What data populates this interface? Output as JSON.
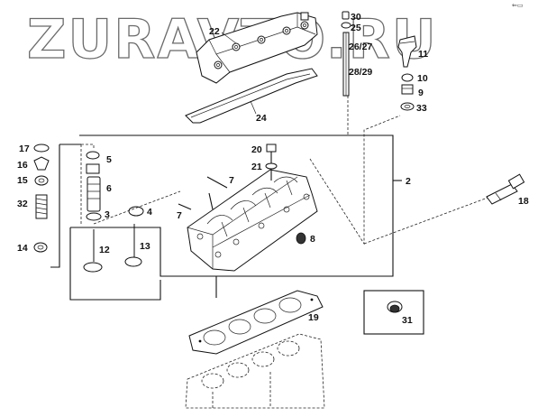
{
  "watermark": "ZURAVTO.RU",
  "corner_mark": "⇐▭",
  "labels": {
    "l22": "22",
    "l30": "30",
    "l25": "25",
    "l2627": "26/27",
    "l2829": "28/29",
    "l11": "11",
    "l10": "10",
    "l9": "9",
    "l33": "33",
    "l24": "24",
    "l17": "17",
    "l16": "16",
    "l15": "15",
    "l32": "32",
    "l14": "14",
    "l5": "5",
    "l6": "6",
    "l3": "3",
    "l4": "4",
    "l12": "12",
    "l13": "13",
    "l7a": "7",
    "l7b": "7",
    "l20": "20",
    "l21": "21",
    "l8": "8",
    "l2": "2",
    "l18": "18",
    "l31": "31",
    "l19": "19"
  }
}
